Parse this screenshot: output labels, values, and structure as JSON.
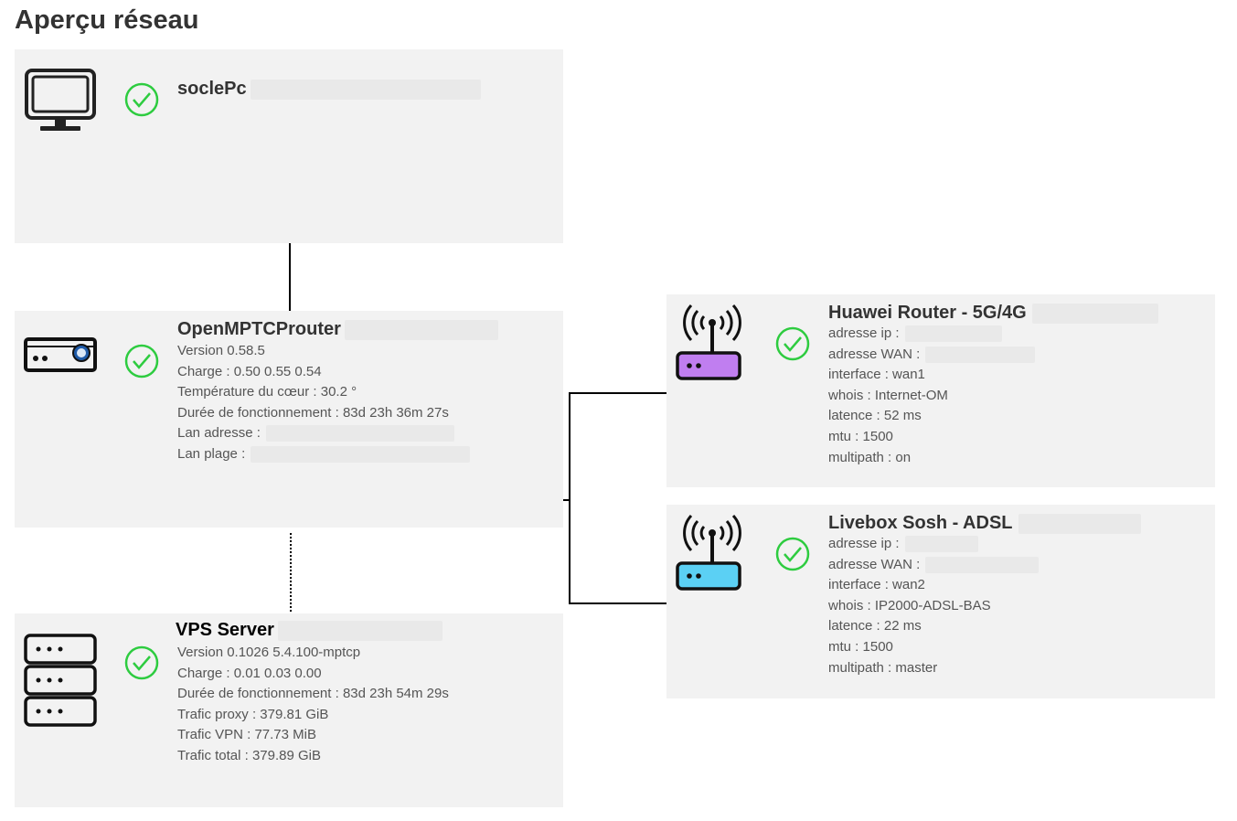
{
  "page": {
    "title": "Aperçu réseau"
  },
  "nodes": {
    "pc": {
      "name": "soclePc",
      "icon": "monitor-icon",
      "status": "ok"
    },
    "router": {
      "name": "OpenMPTCProuter",
      "icon": "router-box-icon",
      "status": "ok",
      "version": "Version 0.58.5",
      "charge": "Charge : 0.50 0.55 0.54",
      "temperature": "Température du cœur : 30.2 °",
      "uptime": "Durée de fonctionnement : 83d 23h 36m 27s",
      "lan_address": "Lan adresse :",
      "lan_range": "Lan plage :"
    },
    "vps": {
      "name": "VPS Server",
      "icon": "server-icon",
      "status": "ok",
      "version": "Version 0.1026 5.4.100-mptcp",
      "charge": "Charge : 0.01 0.03 0.00",
      "uptime": "Durée de fonctionnement : 83d 23h 54m 29s",
      "proxy": "Trafic proxy : 379.81 GiB",
      "vpn": "Trafic VPN : 77.73 MiB",
      "total": "Trafic total : 379.89 GiB"
    },
    "wan1": {
      "name": "Huawei Router - 5G/4G",
      "icon": "wifi-router-icon",
      "color": "#c07ef0",
      "status": "ok",
      "ip": "adresse ip :",
      "wan": "adresse WAN :",
      "interface": "interface : wan1",
      "whois": "whois : Internet-OM",
      "latency": "latence : 52 ms",
      "mtu": "mtu : 1500",
      "multipath": "multipath : on"
    },
    "wan2": {
      "name": "Livebox Sosh - ADSL",
      "icon": "wifi-router-icon",
      "color": "#5bd0f4",
      "status": "ok",
      "ip": "adresse ip :",
      "wan": "adresse WAN :",
      "interface": "interface : wan2",
      "whois": "whois : IP2000-ADSL-BAS",
      "latency": "latence : 22 ms",
      "mtu": "mtu : 1500",
      "multipath": "multipath : master"
    }
  },
  "colors": {
    "ok": "#2ecc40",
    "card_bg": "#f2f2f2",
    "link": "#000000"
  }
}
